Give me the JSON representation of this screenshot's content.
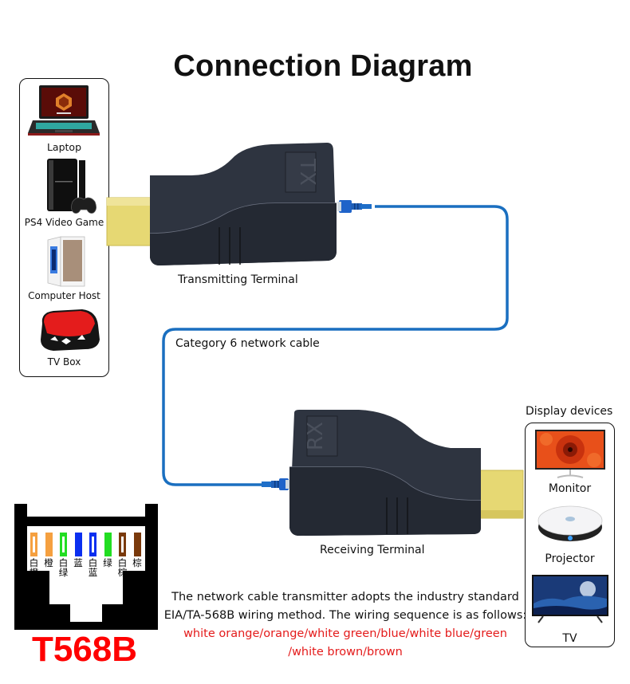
{
  "title": "Connection Diagram",
  "source_devices": [
    {
      "label": "Laptop",
      "icon": "laptop-icon"
    },
    {
      "label": "PS4 Video Game",
      "icon": "game-console-icon"
    },
    {
      "label": "Computer Host",
      "icon": "computer-tower-icon"
    },
    {
      "label": "TV Box",
      "icon": "tv-box-icon"
    }
  ],
  "display_devices": {
    "heading": "Display devices",
    "items": [
      {
        "label": "Monitor",
        "icon": "monitor-icon"
      },
      {
        "label": "Projector",
        "icon": "projector-icon"
      },
      {
        "label": "TV",
        "icon": "tv-icon"
      }
    ]
  },
  "transmitter": {
    "label": "Transmitting Terminal",
    "marking": "TX"
  },
  "receiver": {
    "label": "Receiving Terminal",
    "marking": "RX"
  },
  "cable": {
    "label": "Category 6 network cable",
    "color": "#1a6fc0"
  },
  "wiring": {
    "standard": "T568B",
    "standard_color": "#ff0000",
    "pins": [
      {
        "label": "白橙",
        "color": "#f5a040",
        "striped": true
      },
      {
        "label": "橙",
        "color": "#f5a040",
        "striped": false
      },
      {
        "label": "白绿",
        "color": "#22dd22",
        "striped": true
      },
      {
        "label": "蓝",
        "color": "#0a2ff0",
        "striped": false
      },
      {
        "label": "白蓝",
        "color": "#0a2ff0",
        "striped": true
      },
      {
        "label": "绿",
        "color": "#22dd22",
        "striped": false
      },
      {
        "label": "白棕",
        "color": "#7a3a0c",
        "striped": true
      },
      {
        "label": "棕",
        "color": "#7a3a0c",
        "striped": false
      }
    ]
  },
  "description": {
    "line1": "The network cable transmitter adopts the industry standard",
    "line2": "EIA/TA-568B wiring method. The wiring sequence is as follows:",
    "sequence_line1": "white orange/orange/white green/blue/white blue/green",
    "sequence_line2": "/white brown/brown"
  }
}
